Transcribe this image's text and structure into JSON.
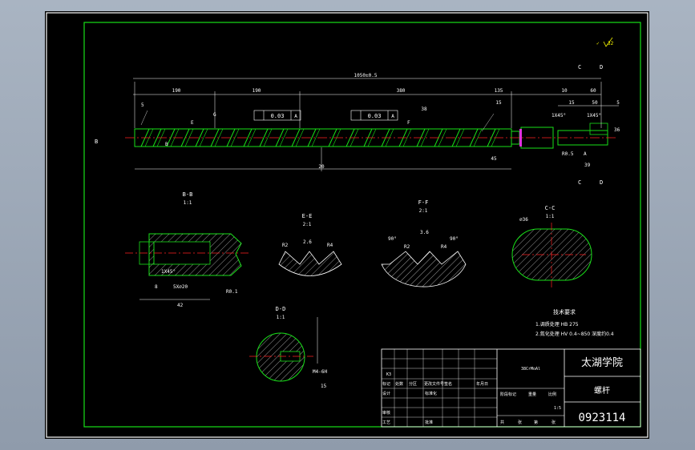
{
  "drawing": {
    "roughness": "32",
    "section_labels": {
      "bb": "B-B",
      "bb_scale": "1:1",
      "ee": "E-E",
      "ee_scale": "2:1",
      "ff": "F-F",
      "ff_scale": "2:1",
      "cc": "C-C",
      "cc_scale": "1:1",
      "dd": "D-D",
      "dd_scale": "1:1"
    },
    "main_view": {
      "overall_length": "1050±0.5",
      "seg1": "190",
      "seg2": "190",
      "seg3": "380",
      "seg4": "135",
      "seg_a": "10",
      "seg_b": "60",
      "seg_c": "50",
      "seg_d": "5",
      "seg_e": "15",
      "seg_f": "38",
      "seg_g": "20",
      "tol_1": "0.03",
      "tol_1_ref": "A",
      "tol_2": "0.03",
      "tol_2_ref": "A",
      "chamfer_l": "1X45°",
      "chamfer_r": "1X45°",
      "r_label": "R0.5",
      "dim_39": "39",
      "dim_15": "15",
      "dim_5": "5",
      "dim_45": "45",
      "dim_36": "36",
      "section_marks": {
        "b": "B",
        "c": "C",
        "d": "D",
        "e": "E",
        "f": "F",
        "g": "G",
        "a": "A"
      }
    },
    "bb_view": {
      "dim_8": "8",
      "dim_5x20": "5X∅20",
      "dim_42": "42",
      "chamfer": "1X45°",
      "r_label": "R0.1"
    },
    "ee_view": {
      "r2": "R2",
      "r4": "R4",
      "dim_26": "2.6"
    },
    "ff_view": {
      "ang_l": "90°",
      "ang_r": "90°",
      "dim_36": "3.6",
      "r2": "R2",
      "r4": "R4"
    },
    "cc_view": {
      "dia": "∅36"
    },
    "dd_view": {
      "thread": "M4-6H",
      "dim_15": "15"
    },
    "notes": {
      "heading": "技术要求",
      "line1": "1.调质处理 HB 275",
      "line2": "2.氮化处理 HV 0.4~850 深度约0.4"
    },
    "title_block": {
      "school": "太湖学院",
      "part_name": "螺杆",
      "material": "38CrMoAl",
      "drawing_no": "0923114",
      "row_labels": [
        "标记",
        "处数",
        "分区",
        "更改文件号",
        "签名",
        "年月日"
      ],
      "row2": [
        "设计",
        "标准化"
      ],
      "row3": [
        "审核"
      ],
      "row4": [
        "工艺",
        "批准"
      ],
      "stage_labels": [
        "阶段标记",
        "重量",
        "比例"
      ],
      "scale": "1:5",
      "sheet": [
        "共",
        "张",
        "第",
        "张"
      ],
      "rev_mark": "K3"
    }
  }
}
